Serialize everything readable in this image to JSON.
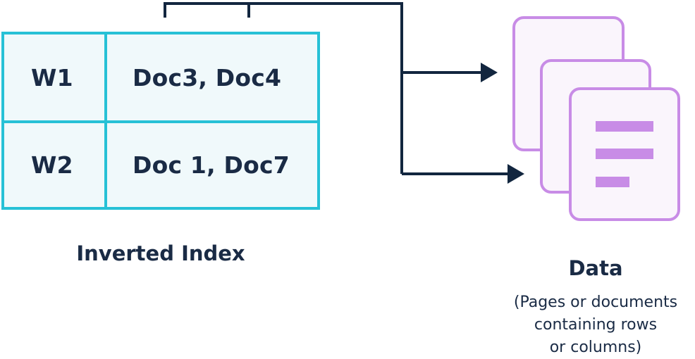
{
  "inverted_index": {
    "rows": [
      {
        "word": "W1",
        "docs": "Doc3, Doc4"
      },
      {
        "word": "W2",
        "docs": "Doc 1, Doc7"
      }
    ],
    "label": "Inverted Index"
  },
  "data": {
    "title": "Data",
    "description_lines": [
      "(Pages or documents",
      "containing rows",
      "or columns)"
    ]
  },
  "icons": {
    "document_stack": "document-stack-icon"
  },
  "colors": {
    "table_border": "#27c1d6",
    "table_fill": "#f0f9fb",
    "connector": "#12263f",
    "document_stroke": "#c88ce6",
    "document_fill": "#faf5fc",
    "document_lines": "#c88ce6",
    "text": "#1a2b45"
  }
}
